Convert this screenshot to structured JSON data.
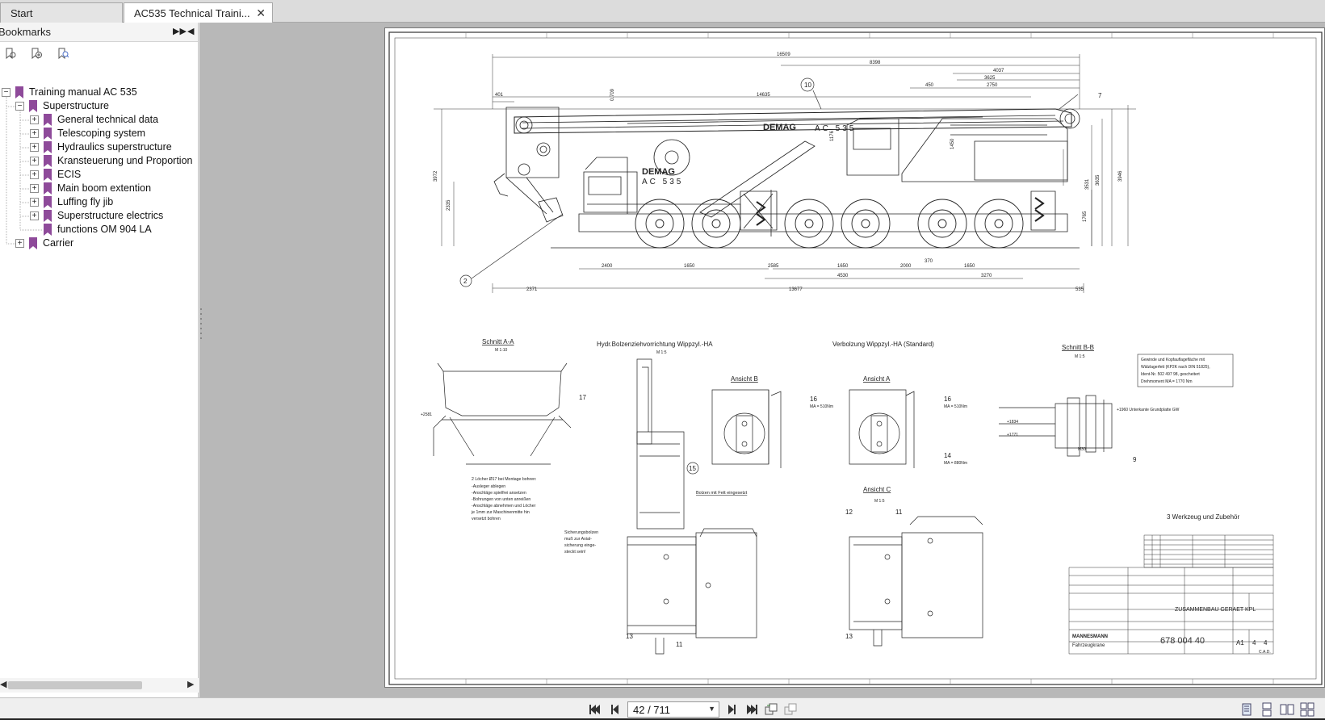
{
  "tabs": [
    {
      "label": "Start"
    },
    {
      "label": "AC535 Technical Traini..."
    }
  ],
  "bookmarks_panel": {
    "title": "Bookmarks",
    "tree": [
      {
        "label": "Training manual AC 535"
      },
      {
        "label": "Superstructure"
      },
      {
        "label": "General technical data"
      },
      {
        "label": "Telescoping  system"
      },
      {
        "label": "Hydraulics superstructure"
      },
      {
        "label": " Kransteuerung und Proportion"
      },
      {
        "label": "ECIS"
      },
      {
        "label": "Main boom extention"
      },
      {
        "label": "Luffing fly jib"
      },
      {
        "label": "Superstructure electrics"
      },
      {
        "label": "functions OM 904 LA"
      },
      {
        "label": "Carrier"
      }
    ]
  },
  "navigation": {
    "page_display": "42 / 711"
  },
  "drawing": {
    "brand": "DEMAG",
    "model": "AC 535",
    "dims_top": [
      "16509",
      "8398",
      "4037",
      "3625",
      "2750",
      "450",
      "14635",
      "401",
      "0.709"
    ],
    "dims_bottom": [
      "2400",
      "1650",
      "2585",
      "1650",
      "2000",
      "370",
      "1650",
      "4530",
      "3270",
      "2371",
      "13677",
      "535"
    ],
    "dims_left": [
      "3972",
      "2335"
    ],
    "dims_right": [
      "1450",
      "3531",
      "3635",
      "3946",
      "1765",
      "1176"
    ],
    "callouts": [
      "10",
      "7",
      "2",
      "15",
      "16",
      "16",
      "14",
      "17",
      "12",
      "11",
      "13",
      "11",
      "13",
      "9"
    ],
    "views": {
      "schnitt_aa": "Schnitt A-A",
      "schnitt_aa_scale": "M 1:10",
      "hydr_title": "Hydr.Bolzenziehvorrichtung Wippzyl.-HA",
      "hydr_scale": "M 1:5",
      "verbolzung_title": "Verbolzung Wippzyl.-HA (Standard)",
      "ansicht_b": "Ansicht B",
      "ansicht_a": "Ansicht A",
      "ansicht_c": "Ansicht C",
      "ansicht_c_scale": "M 1:5",
      "schnitt_bb": "Schnitt B-B",
      "schnitt_bb_scale": "M 1:5"
    },
    "notes": {
      "torque_1": "MA = 510Nm",
      "torque_2": "MA = 510Nm",
      "torque_3": "MA = 880Nm",
      "bolzen": "Bolzen mit Fett eingesetzt",
      "grease_lines": [
        "Gewinde und Kopfauflagefläche mit",
        "Wälzlagerfett (KP2K nach DIN 51825),",
        "Ident-Nr. 502 497 98, gescheitert",
        "Drehmoment MA = 1770 Nm"
      ],
      "unterkante": "+1960 Unterkante Grundplatte GW",
      "dim_1834": "+1834",
      "dim_1771": "+1771",
      "dim_m30": "M30",
      "dim_2581": "+2581",
      "montage_lines": [
        "2 Löcher Ø17 bei Montage bohren:",
        "-Ausleger ablegen",
        "-Anschläge spielfrei ansetzen",
        "-Bohrungen von unten anreißen",
        "-Anschläge abnehmen und Löcher",
        " je 1mm zur Maschinenmitte hin",
        " versetzt bohren"
      ],
      "sicherung_lines": [
        "Sicherungsbolzen",
        "muß zur Axial-",
        "sicherung einge-",
        "steckt sein!"
      ],
      "werkzeug": "3  Werkzeug und Zubehör"
    },
    "title_block": {
      "name": "ZUSAMMENBAU GERAET KPL",
      "number": "678 004 40",
      "sheet": "4",
      "of": "4",
      "format": "A1",
      "company": "MANNESMANN",
      "division": "Fahrzeugkrane",
      "cad": "C.A.D."
    }
  }
}
